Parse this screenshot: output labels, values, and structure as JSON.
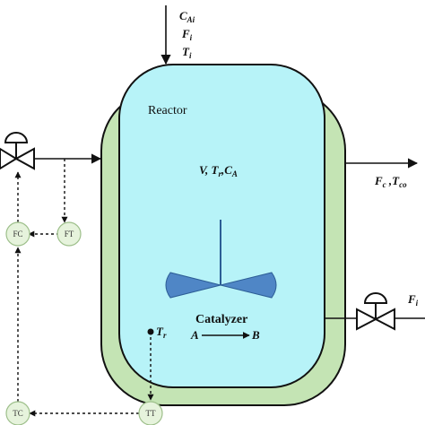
{
  "feed": {
    "var1": "C",
    "var1_sub": "Ai",
    "var2": "F",
    "var2_sub": "i",
    "var3": "T",
    "var3_sub": "i"
  },
  "reactor": {
    "label": "Reactor",
    "state_v": "V, ",
    "state_t": "T",
    "state_t_sub": "r",
    "state_sep": ",",
    "state_c": "C",
    "state_c_sub": "A"
  },
  "catalyzer": {
    "label": "Catalyzer",
    "reactant": "A",
    "product": "B"
  },
  "sensor_tr": {
    "label": "T",
    "label_sub": "r"
  },
  "outlet": {
    "f": "F",
    "f_sub": "c",
    "sep": " ,",
    "t": "T",
    "t_sub": "co"
  },
  "coolant_in": {
    "label": "F",
    "label_sub": "i"
  },
  "controllers": {
    "fc": "FC",
    "ft": "FT",
    "tc": "TC",
    "tt": "TT"
  },
  "colors": {
    "reactor_fill": "#B7F3F8",
    "jacket_fill": "#C4E4B4",
    "impeller_fill": "#4F86C6",
    "controller_fill": "#E6F3DC",
    "controller_stroke": "#9DBF8A"
  }
}
